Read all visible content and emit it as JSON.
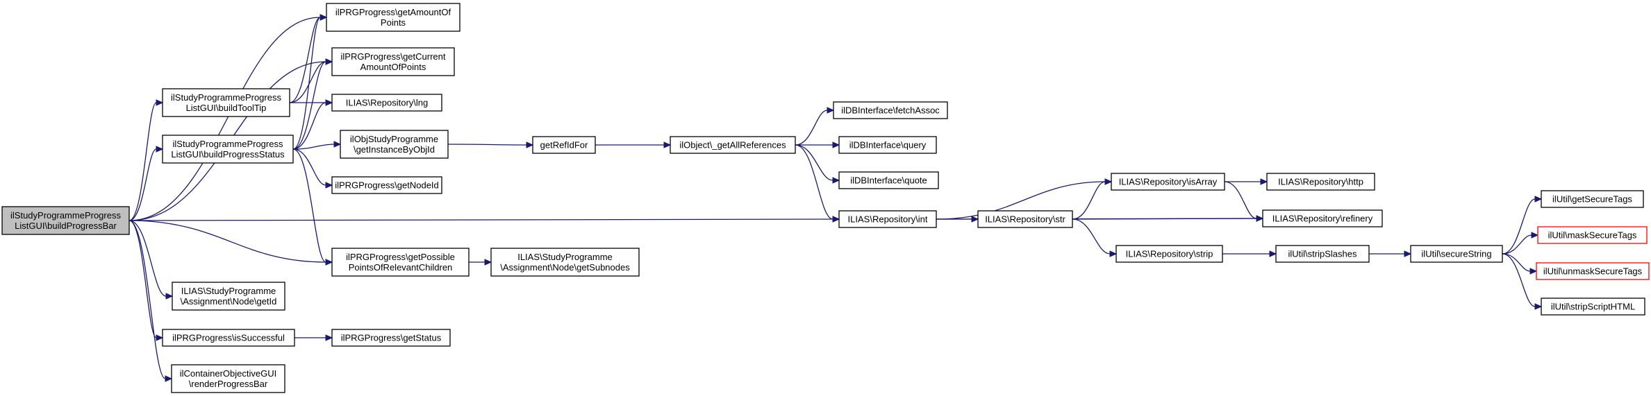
{
  "colors": {
    "edge": "#191970",
    "root_fill": "#bfbfbf",
    "truncated_border": "#ff0000",
    "node_border": "#000000",
    "background": "#ffffff"
  },
  "nodes": [
    {
      "id": "n0",
      "lines": [
        "ilStudyProgrammeProgress",
        "ListGUI\\buildProgressBar"
      ],
      "style": "root"
    },
    {
      "id": "n1",
      "lines": [
        "ilPRGProgress\\getAmountOf",
        "Points"
      ]
    },
    {
      "id": "n2",
      "lines": [
        "ilPRGProgress\\getCurrent",
        "AmountOfPoints"
      ]
    },
    {
      "id": "n3",
      "lines": [
        "ilStudyProgrammeProgress",
        "ListGUI\\buildToolTip"
      ]
    },
    {
      "id": "n4",
      "lines": [
        "ILIAS\\Repository\\lng"
      ]
    },
    {
      "id": "n5",
      "lines": [
        "ilStudyProgrammeProgress",
        "ListGUI\\buildProgressStatus"
      ]
    },
    {
      "id": "n6",
      "lines": [
        "ilObjStudyProgramme",
        "\\getInstanceByObjId"
      ]
    },
    {
      "id": "n7",
      "lines": [
        "getRefIdFor"
      ]
    },
    {
      "id": "n8",
      "lines": [
        "ilObject\\_getAllReferences"
      ]
    },
    {
      "id": "n9",
      "lines": [
        "ilDBInterface\\fetchAssoc"
      ]
    },
    {
      "id": "n10",
      "lines": [
        "ilDBInterface\\query"
      ]
    },
    {
      "id": "n11",
      "lines": [
        "ilDBInterface\\quote"
      ]
    },
    {
      "id": "n12",
      "lines": [
        "ilPRGProgress\\getNodeId"
      ]
    },
    {
      "id": "n13",
      "lines": [
        "ILIAS\\Repository\\int"
      ]
    },
    {
      "id": "n14",
      "lines": [
        "ILIAS\\Repository\\str"
      ]
    },
    {
      "id": "n15",
      "lines": [
        "ILIAS\\Repository\\isArray"
      ]
    },
    {
      "id": "n16",
      "lines": [
        "ILIAS\\Repository\\http"
      ]
    },
    {
      "id": "n17",
      "lines": [
        "ILIAS\\Repository\\refinery"
      ]
    },
    {
      "id": "n18",
      "lines": [
        "ILIAS\\Repository\\strip"
      ]
    },
    {
      "id": "n19",
      "lines": [
        "ilUtil\\stripSlashes"
      ]
    },
    {
      "id": "n20",
      "lines": [
        "ilUtil\\secureString"
      ]
    },
    {
      "id": "n21",
      "lines": [
        "ilUtil\\getSecureTags"
      ]
    },
    {
      "id": "n22",
      "lines": [
        "ilUtil\\maskSecureTags"
      ],
      "style": "truncated"
    },
    {
      "id": "n23",
      "lines": [
        "ilUtil\\unmaskSecureTags"
      ],
      "style": "truncated"
    },
    {
      "id": "n24",
      "lines": [
        "ilUtil\\stripScriptHTML"
      ]
    },
    {
      "id": "n25",
      "lines": [
        "ilPRGProgress\\getPossible",
        "PointsOfRelevantChildren"
      ]
    },
    {
      "id": "n26",
      "lines": [
        "ILIAS\\StudyProgramme",
        "\\Assignment\\Node\\getSubnodes"
      ]
    },
    {
      "id": "n27",
      "lines": [
        "ILIAS\\StudyProgramme",
        "\\Assignment\\Node\\getId"
      ]
    },
    {
      "id": "n28",
      "lines": [
        "ilPRGProgress\\isSuccessful"
      ]
    },
    {
      "id": "n29",
      "lines": [
        "ilPRGProgress\\getStatus"
      ]
    },
    {
      "id": "n30",
      "lines": [
        "ilContainerObjectiveGUI",
        "\\renderProgressBar"
      ]
    }
  ],
  "edges": [
    [
      "n0",
      "n1"
    ],
    [
      "n0",
      "n2"
    ],
    [
      "n0",
      "n3"
    ],
    [
      "n0",
      "n5"
    ],
    [
      "n0",
      "n13"
    ],
    [
      "n0",
      "n25"
    ],
    [
      "n0",
      "n27"
    ],
    [
      "n0",
      "n28"
    ],
    [
      "n0",
      "n30"
    ],
    [
      "n3",
      "n1"
    ],
    [
      "n3",
      "n2"
    ],
    [
      "n3",
      "n4"
    ],
    [
      "n5",
      "n1"
    ],
    [
      "n5",
      "n2"
    ],
    [
      "n5",
      "n4"
    ],
    [
      "n5",
      "n6"
    ],
    [
      "n5",
      "n12"
    ],
    [
      "n5",
      "n25"
    ],
    [
      "n6",
      "n7"
    ],
    [
      "n7",
      "n8"
    ],
    [
      "n8",
      "n9"
    ],
    [
      "n8",
      "n10"
    ],
    [
      "n8",
      "n11"
    ],
    [
      "n8",
      "n13"
    ],
    [
      "n13",
      "n14"
    ],
    [
      "n13",
      "n15"
    ],
    [
      "n13",
      "n17"
    ],
    [
      "n14",
      "n15"
    ],
    [
      "n14",
      "n17"
    ],
    [
      "n14",
      "n18"
    ],
    [
      "n15",
      "n16"
    ],
    [
      "n15",
      "n17"
    ],
    [
      "n18",
      "n19"
    ],
    [
      "n19",
      "n20"
    ],
    [
      "n20",
      "n21"
    ],
    [
      "n20",
      "n22"
    ],
    [
      "n20",
      "n23"
    ],
    [
      "n20",
      "n24"
    ],
    [
      "n25",
      "n26"
    ],
    [
      "n28",
      "n29"
    ]
  ]
}
